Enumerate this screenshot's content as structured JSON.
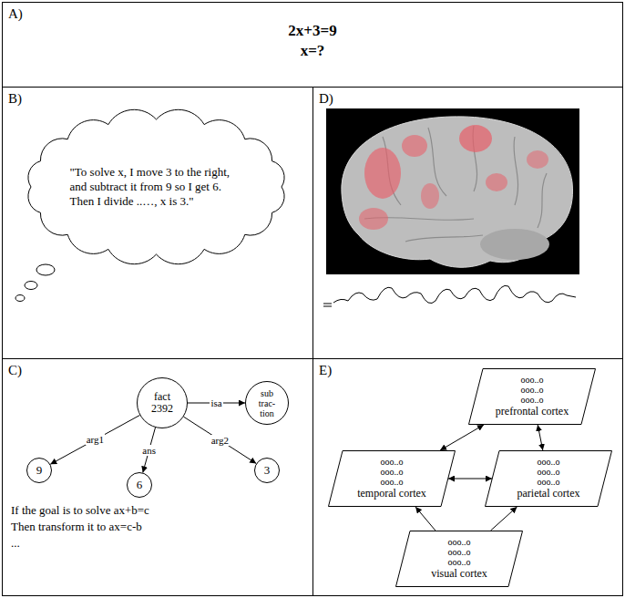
{
  "diagram": {
    "nodes": [
      {
        "text": [
          "A)",
          "2x+3=9",
          "x=?"
        ]
      },
      {
        "text": [
          "B)"
        ]
      },
      {
        "text": [
          "\"To solve x, I move 3 to the right, and subtract it from 9 so I get 6. Then I divide ..…, x is 3.\""
        ],
        "in": 1
      },
      {
        "text": [
          "D)"
        ]
      },
      {
        "text": [
          "C)"
        ]
      },
      {
        "text": [
          "fact 2392"
        ],
        "in": 4
      },
      {
        "text": [
          "sub trac- tion"
        ],
        "in": 4
      },
      {
        "text": [
          "9"
        ],
        "in": 4
      },
      {
        "text": [
          "6"
        ],
        "in": 4
      },
      {
        "text": [
          "3"
        ],
        "in": 4
      },
      {
        "text": [
          "E)"
        ]
      },
      {
        "text": [
          "ooo..o",
          "ooo..o",
          "ooo..o",
          "prefrontal cortex"
        ],
        "in": 10
      },
      {
        "text": [
          "ooo..o",
          "ooo..o",
          "ooo..o",
          "temporal cortex"
        ],
        "in": 10
      },
      {
        "text": [
          "ooo..o",
          "ooo..o",
          "ooo..o",
          "parietal cortex"
        ],
        "in": 10
      },
      {
        "text": [
          "ooo..o",
          "ooo..o",
          "ooo..o",
          "visual cortex"
        ],
        "in": 10
      }
    ],
    "edges": [
      {
        "from": 5,
        "to": 6,
        "arrow": "to",
        "label": "isa"
      },
      {
        "from": 5,
        "to": 7,
        "arrow": "to",
        "label": "arg1"
      },
      {
        "from": 5,
        "to": 8,
        "arrow": "to",
        "label": "ans"
      },
      {
        "from": 5,
        "to": 9,
        "arrow": "to",
        "label": "arg2"
      },
      {
        "from": 11,
        "to": 12,
        "arrow": "both"
      },
      {
        "from": 11,
        "to": 13,
        "arrow": "both"
      },
      {
        "from": 12,
        "to": 13,
        "arrow": "both"
      },
      {
        "from": 14,
        "to": 12,
        "arrow": "to"
      },
      {
        "from": 14,
        "to": 13,
        "arrow": "to"
      }
    ],
    "labels": [
      "If the goal is to solve ax+b=c",
      "Then transform it to ax=c-b",
      "..."
    ]
  }
}
